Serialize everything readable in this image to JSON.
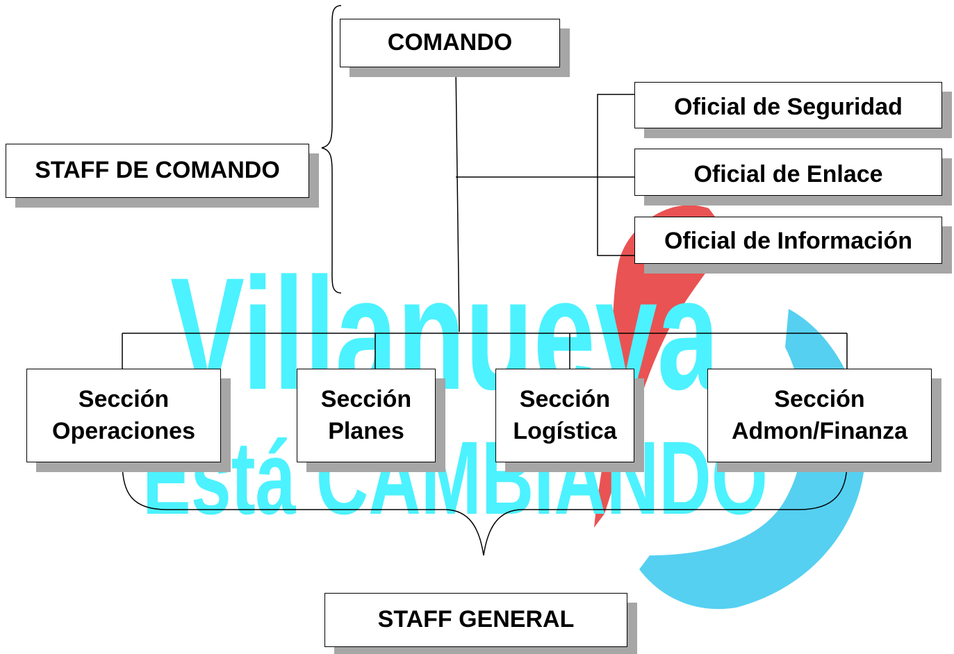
{
  "colors": {
    "watermark_cyan": "#4cf2ff",
    "watermark_red": "#e84a4a",
    "watermark_blue": "#4ccdf0",
    "box_shadow": "#a6a6a6",
    "line": "#000000"
  },
  "watermark": {
    "line1": "Villanueva",
    "line2": "Está CAMBIANDO"
  },
  "comando": {
    "label": "COMANDO"
  },
  "staff_comando": {
    "label": "STAFF DE COMANDO"
  },
  "staff_general": {
    "label": "STAFF GENERAL"
  },
  "oficiales": [
    {
      "label": "Oficial de Seguridad"
    },
    {
      "label": "Oficial de Enlace"
    },
    {
      "label": "Oficial de Información"
    }
  ],
  "secciones": [
    {
      "line1": "Sección",
      "line2": "Operaciones"
    },
    {
      "line1": "Sección",
      "line2": "Planes"
    },
    {
      "line1": "Sección",
      "line2": "Logística"
    },
    {
      "line1": "Sección",
      "line2": "Admon/Finanza"
    }
  ]
}
